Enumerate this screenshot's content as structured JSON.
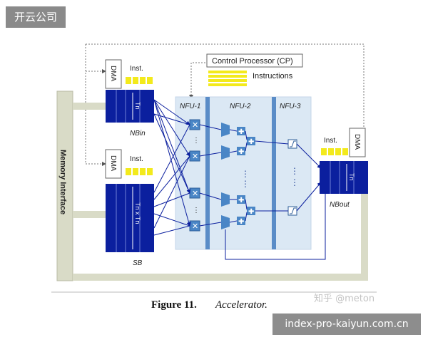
{
  "badge": {
    "text": "开云公司"
  },
  "footer": {
    "url": "index-pro-kaiyun.com.cn"
  },
  "watermark": {
    "text": "知乎 @meton"
  },
  "figure": {
    "caption_number": "Figure 11.",
    "caption_title": "Accelerator."
  },
  "diagram": {
    "control_processor": "Control Processor (CP)",
    "instructions": "Instructions",
    "memory_interface": "Memory Interface",
    "dma": "DMA",
    "inst": "Inst.",
    "nbin_label": "NBin",
    "nbin_inner": "Tn",
    "sb_label": "SB",
    "sb_inner": "Tn x Tn",
    "nbout_label": "NBout",
    "nbout_inner": "Tn",
    "nfu1": "NFU-1",
    "nfu2": "NFU-2",
    "nfu3": "NFU-3"
  },
  "colors": {
    "buffer_blue": "#0b1f9e",
    "nfu_panel": "#dbe8f4",
    "nfu_divider": "#5a8cc7",
    "unit_blue": "#4a86c6",
    "inst_yellow": "#f3ea1c",
    "memory_bar": "#d9dbc7"
  }
}
